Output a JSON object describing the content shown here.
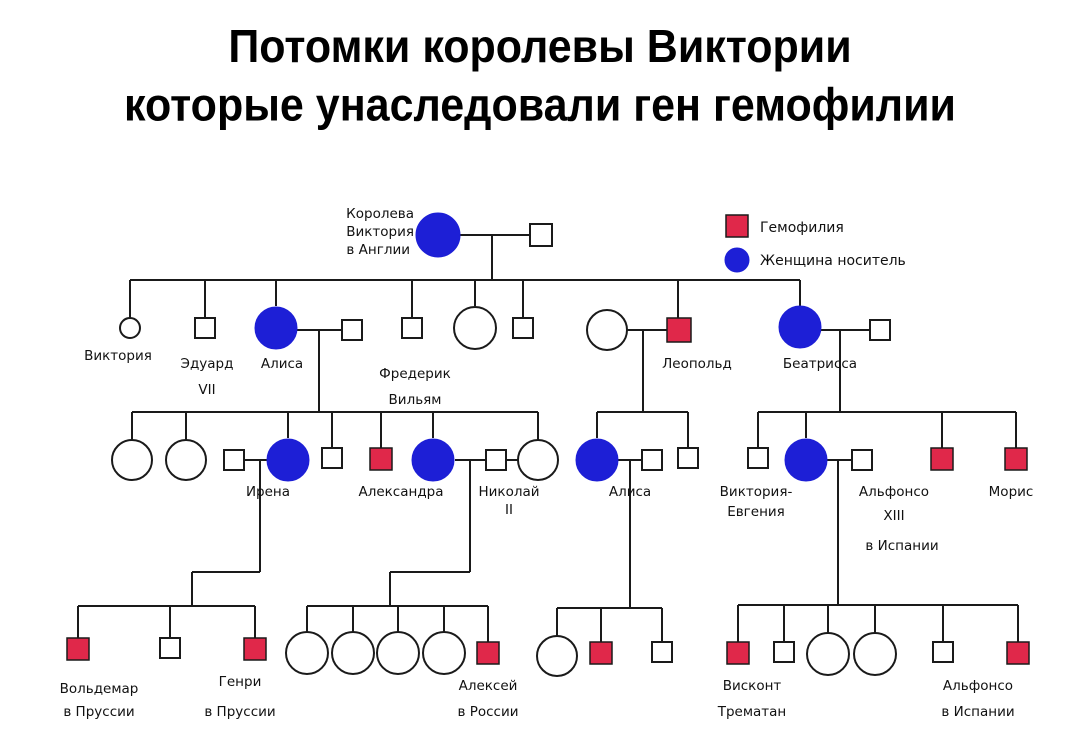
{
  "title": {
    "line1": "Потомки королевы Виктории",
    "line2": "которые унаследовали ген гемофилии"
  },
  "legend": {
    "hemophilia": "Гемофилия",
    "carrier": "Женщина носитель"
  },
  "colors": {
    "hemophilia": "#e0284a",
    "carrier": "#1d1fd6",
    "line": "#1a1a1a"
  },
  "people": {
    "queen": [
      "Королева",
      "Виктория",
      "в Англии"
    ],
    "viktoria": "Виктория",
    "eduard": [
      "Эдуард",
      "VII"
    ],
    "alisa1": "Алиса",
    "frederik": [
      "Фредерик",
      "Вильям"
    ],
    "leopold": "Леопольд",
    "beatrissa": "Беатрисса",
    "irena": "Ирена",
    "aleksandra": "Александра",
    "nikolay": [
      "Николай",
      "II"
    ],
    "alisa2": "Алиса",
    "vikt_evgenia": [
      "Виктория-",
      "Евгения"
    ],
    "alfonso13": [
      "Альфонсо",
      "XIII",
      "в Испании"
    ],
    "moris": "Морис",
    "voldemar": [
      "Вольдемар",
      "в Пруссии"
    ],
    "genri": [
      "Генри",
      "в Пруссии"
    ],
    "aleksey": [
      "Алексей",
      "в России"
    ],
    "viskont": [
      "Висконт",
      "Трематан"
    ],
    "alfonso_sp": [
      "Альфонсо",
      "в Испании"
    ]
  }
}
